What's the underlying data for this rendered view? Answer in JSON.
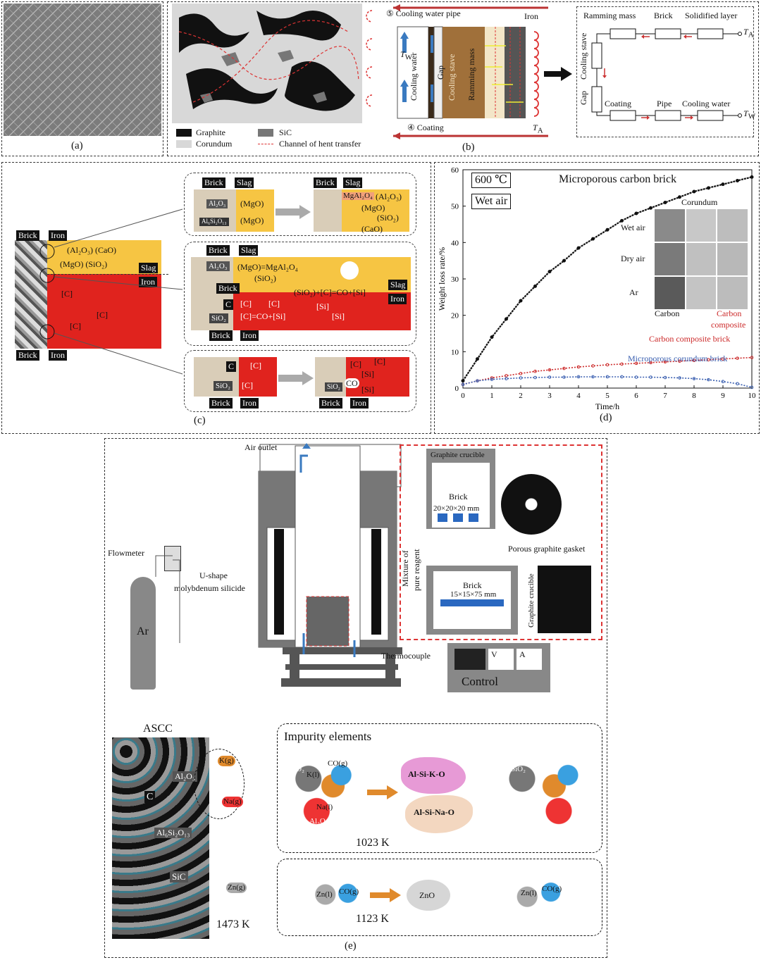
{
  "captions": {
    "a": "(a)",
    "b": "(b)",
    "c": "(c)",
    "d": "(d)",
    "e": "(e)"
  },
  "panel_b": {
    "legend": {
      "graphite": "Graphite",
      "sic": "SiC",
      "corundum": "Corundum",
      "channel": "Channel of hent transfer"
    },
    "cooling_water_pipe": "⑤ Cooling water pipe",
    "iron": "Iron",
    "coating": "④ Coating",
    "tw": "T",
    "tw_sub": "W",
    "ta": "T",
    "ta_sub": "A",
    "layers": {
      "cooling_water": "Cooling water",
      "gap": "Gap",
      "cooling_stave": "Cooling stave",
      "ramming_mass": "Ramming mass"
    },
    "circuit": {
      "ramming_mass": "Ramming mass",
      "brick": "Brick",
      "solidified_layer": "Solidified layer",
      "cooling_stave": "Cooling stave",
      "gap": "Gap",
      "coating": "Coating",
      "pipe": "Pipe",
      "cooling_water": "Cooling water"
    }
  },
  "panel_c": {
    "brick": "Brick",
    "iron": "Iron",
    "slag": "Slag",
    "oxides_left": "(Al₂O₃) (CaO)",
    "oxides_left2": "(MgO)  (SiO₂)",
    "carbon": "[C]",
    "top_right": "(Al₂O₃)",
    "mgo": "(MgO)",
    "sio2": "(SiO₂)",
    "cao": "(CaO)",
    "mgal2o4": "MgAl₂O₄",
    "reaction1": "(MgO)=MgAl₂O₄",
    "reaction2": "(SiO₂)+[C]=CO+[Si]",
    "reaction3": "[C]=CO+[Si]",
    "si": "[Si]",
    "co": "CO",
    "al2o3": "Al₂O₃",
    "al6si2o13": "Al₆Si₂O₁₃",
    "sio2_particle": "SiO₂",
    "c_particle": "C"
  },
  "panel_d": {
    "tag_temp": "600 ℃",
    "tag_atm": "Wet air",
    "title": "Microporous carbon brick",
    "series_corundum": "Microporous corundum brick",
    "series_composite": "Carbon composite brick",
    "inset": {
      "corundum": "Corundum",
      "wet_air": "Wet air",
      "dry_air": "Dry air",
      "ar": "Ar",
      "carbon": "Carbon",
      "carbon_composite": "Carbon\ncomposite",
      "carbon_composite_l1": "Carbon",
      "carbon_composite_l2": "composite"
    }
  },
  "panel_e": {
    "air_outlet": "Air outlet",
    "flowmeter": "Flowmeter",
    "u_shape_l1": "U-shape",
    "u_shape_l2": "molybdenum silicide",
    "ar": "Ar",
    "thermocouple": "Thermocouple",
    "control": "Control",
    "v": "V",
    "a": "A",
    "graphite_crucible": "Graphite crucible",
    "brick": "Brick",
    "size1": "20×20×20 mm",
    "size2": "15×15×75 mm",
    "porous_gasket": "Porous graphite gasket",
    "mixture_l1": "Mixture of",
    "mixture_l2": "pure reagent",
    "graphite_crucible_v": "Graphite crucible",
    "ascc": "ASCC",
    "impurity": "Impurity elements",
    "t1023": "1023 K",
    "t1123": "1123 K",
    "t1473": "1473 K",
    "al_si_k_o": "Al-Si-K-O",
    "al_si_na_o": "Al-Si-Na-O",
    "zno": "ZnO",
    "k_g": "K(g)",
    "na_g": "Na(g)",
    "zn_g": "Zn(g)",
    "zn_l": "Zn(l)",
    "co_g": "CO(g)",
    "k_l": "K(l)",
    "na_l": "Na(l)",
    "sio2": "SiO₂",
    "al2o3": "Al₂O₃",
    "al6si2o13": "Al₆Si₂O₁₃",
    "sic": "SiC",
    "c": "C"
  },
  "chart_data": {
    "type": "line",
    "title": "Microporous carbon brick",
    "xlabel": "Time/h",
    "ylabel": "Weight loss rate/%",
    "xlim": [
      0,
      10
    ],
    "ylim": [
      0,
      60
    ],
    "xticks": [
      0,
      1,
      2,
      3,
      4,
      5,
      6,
      7,
      8,
      9,
      10
    ],
    "yticks": [
      0,
      10,
      20,
      30,
      40,
      50,
      60
    ],
    "x": [
      0,
      0.5,
      1,
      1.5,
      2,
      2.5,
      3,
      3.5,
      4,
      4.5,
      5,
      5.5,
      6,
      6.5,
      7,
      7.5,
      8,
      8.5,
      9,
      9.5,
      10
    ],
    "series": [
      {
        "name": "Microporous carbon brick",
        "color": "#111111",
        "values": [
          2,
          8,
          14,
          19,
          24,
          28,
          32,
          35,
          38.5,
          41,
          43.5,
          46,
          48,
          49.5,
          51,
          52.5,
          54,
          55,
          56,
          57,
          58
        ]
      },
      {
        "name": "Carbon composite brick",
        "color": "#cc2a2a",
        "values": [
          1,
          2,
          2.8,
          3.4,
          4,
          4.6,
          5,
          5.4,
          5.8,
          6.1,
          6.4,
          6.6,
          6.8,
          7.0,
          7.2,
          7.4,
          7.6,
          7.8,
          8.0,
          8.2,
          8.4
        ]
      },
      {
        "name": "Microporous corundum brick",
        "color": "#3a5fb0",
        "values": [
          1,
          2,
          2.4,
          2.6,
          2.8,
          2.9,
          3,
          3,
          3.1,
          3.1,
          3.1,
          3.1,
          3.0,
          3.0,
          2.9,
          2.8,
          2.6,
          2.3,
          1.8,
          1.2,
          0.2
        ]
      }
    ]
  }
}
